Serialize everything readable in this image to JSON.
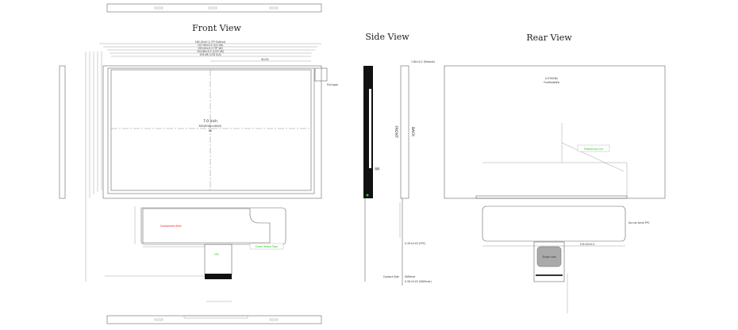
{
  "views": {
    "front_title": "Front View",
    "side_title": "Side View",
    "rear_title": "Rear View"
  },
  "front": {
    "size_label": "7.0 inch",
    "resolution_label": "800(RGB)×480(V)",
    "panel_label": "AA",
    "pull_tape_label": "Pull tape",
    "component_area_label": "Component Area",
    "fpc_label": "FPC",
    "cover_tape_label": "Cover Yellow Tape",
    "dimensions": [
      "165.00±0.2 (TP Outline)",
      "157.00±0.2 (CG VA)",
      "155.00±0.2 (TP VA)",
      "154.86±0.2 (LCD VA)",
      "154.08 (LCD A.A)",
      "80.00"
    ]
  },
  "side": {
    "front_label": "FRONT",
    "back_label": "BACK",
    "contact_side_label": "Contact Side",
    "stiffener_label": "Stiffener",
    "foam_label": "泡棉",
    "dim_top": "1.60±0.2 (Module)",
    "dim_mid": "0.30±0.03 (FPC)",
    "dim_bottom": "0.30±0.03 (Stiffener)"
  },
  "rear": {
    "model_label": "ILI7001Bx",
    "date_label": "YnnWwwWw",
    "positioning_label": "Positioning line",
    "chip_label": "Single side",
    "width_dim": "105.00±0.2",
    "note_label": "Do not bend FPC"
  },
  "colors": {
    "red_note": "#e02020",
    "green_note": "#22cc22"
  }
}
